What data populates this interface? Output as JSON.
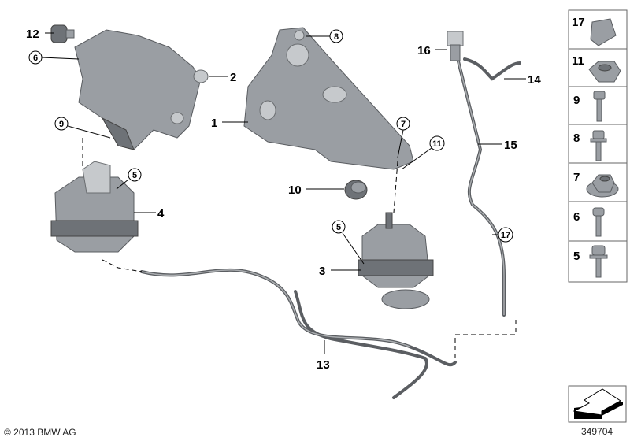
{
  "callouts": [
    {
      "id": "12",
      "circled": false
    },
    {
      "id": "6",
      "circled": true
    },
    {
      "id": "2",
      "circled": false
    },
    {
      "id": "9",
      "circled": true
    },
    {
      "id": "5",
      "circled": true
    },
    {
      "id": "4",
      "circled": false
    },
    {
      "id": "1",
      "circled": false
    },
    {
      "id": "8",
      "circled": true
    },
    {
      "id": "7",
      "circled": true
    },
    {
      "id": "11",
      "circled": true
    },
    {
      "id": "10",
      "circled": false
    },
    {
      "id": "5",
      "circled": true
    },
    {
      "id": "3",
      "circled": false
    },
    {
      "id": "16",
      "circled": false
    },
    {
      "id": "14",
      "circled": false
    },
    {
      "id": "15",
      "circled": false
    },
    {
      "id": "17",
      "circled": true
    },
    {
      "id": "13",
      "circled": false
    }
  ],
  "legend_column": [
    {
      "id": "17",
      "part": "clip-nut"
    },
    {
      "id": "11",
      "part": "hex-nut"
    },
    {
      "id": "9",
      "part": "hex-bolt"
    },
    {
      "id": "8",
      "part": "flange-bolt"
    },
    {
      "id": "7",
      "part": "flange-nut"
    },
    {
      "id": "6",
      "part": "hex-bolt-short"
    },
    {
      "id": "5",
      "part": "flange-bolt-short"
    }
  ],
  "footer": {
    "copyright": "© 2013 BMW AG",
    "diagram_number": "349704"
  },
  "icons": {
    "direction": "arrow-icon"
  }
}
